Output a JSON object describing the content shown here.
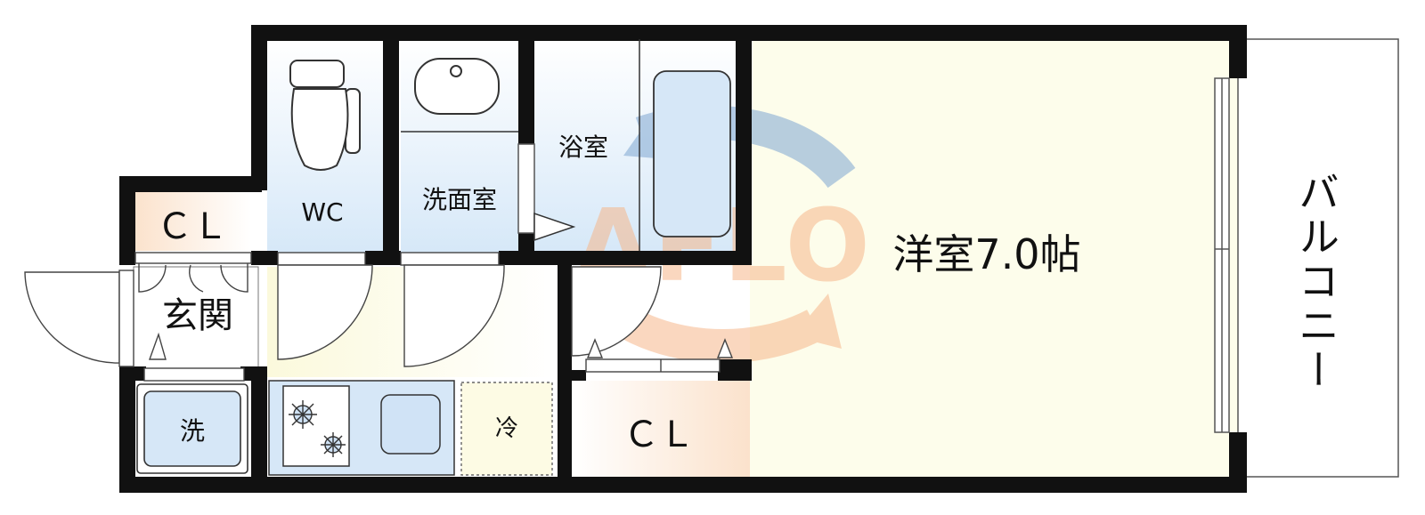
{
  "rooms": {
    "western_room": "洋室7.0帖",
    "balcony": "バルコニー",
    "bath": "浴室",
    "washroom": "洗面室",
    "toilet": "WC",
    "entrance": "玄関",
    "closet_upper": "ＣＬ",
    "closet_lower": "ＣＬ",
    "laundry": "洗",
    "fridge": "冷"
  },
  "watermark": {
    "text": "AFLO",
    "blue": "#7fa7d2",
    "orange": "#f6b78b"
  },
  "colors": {
    "wall": "#111111",
    "western_room_fill": "#fdfdeb",
    "wet_area_fill": "#dcecfa",
    "closet_fill": "#fbe8d8"
  }
}
